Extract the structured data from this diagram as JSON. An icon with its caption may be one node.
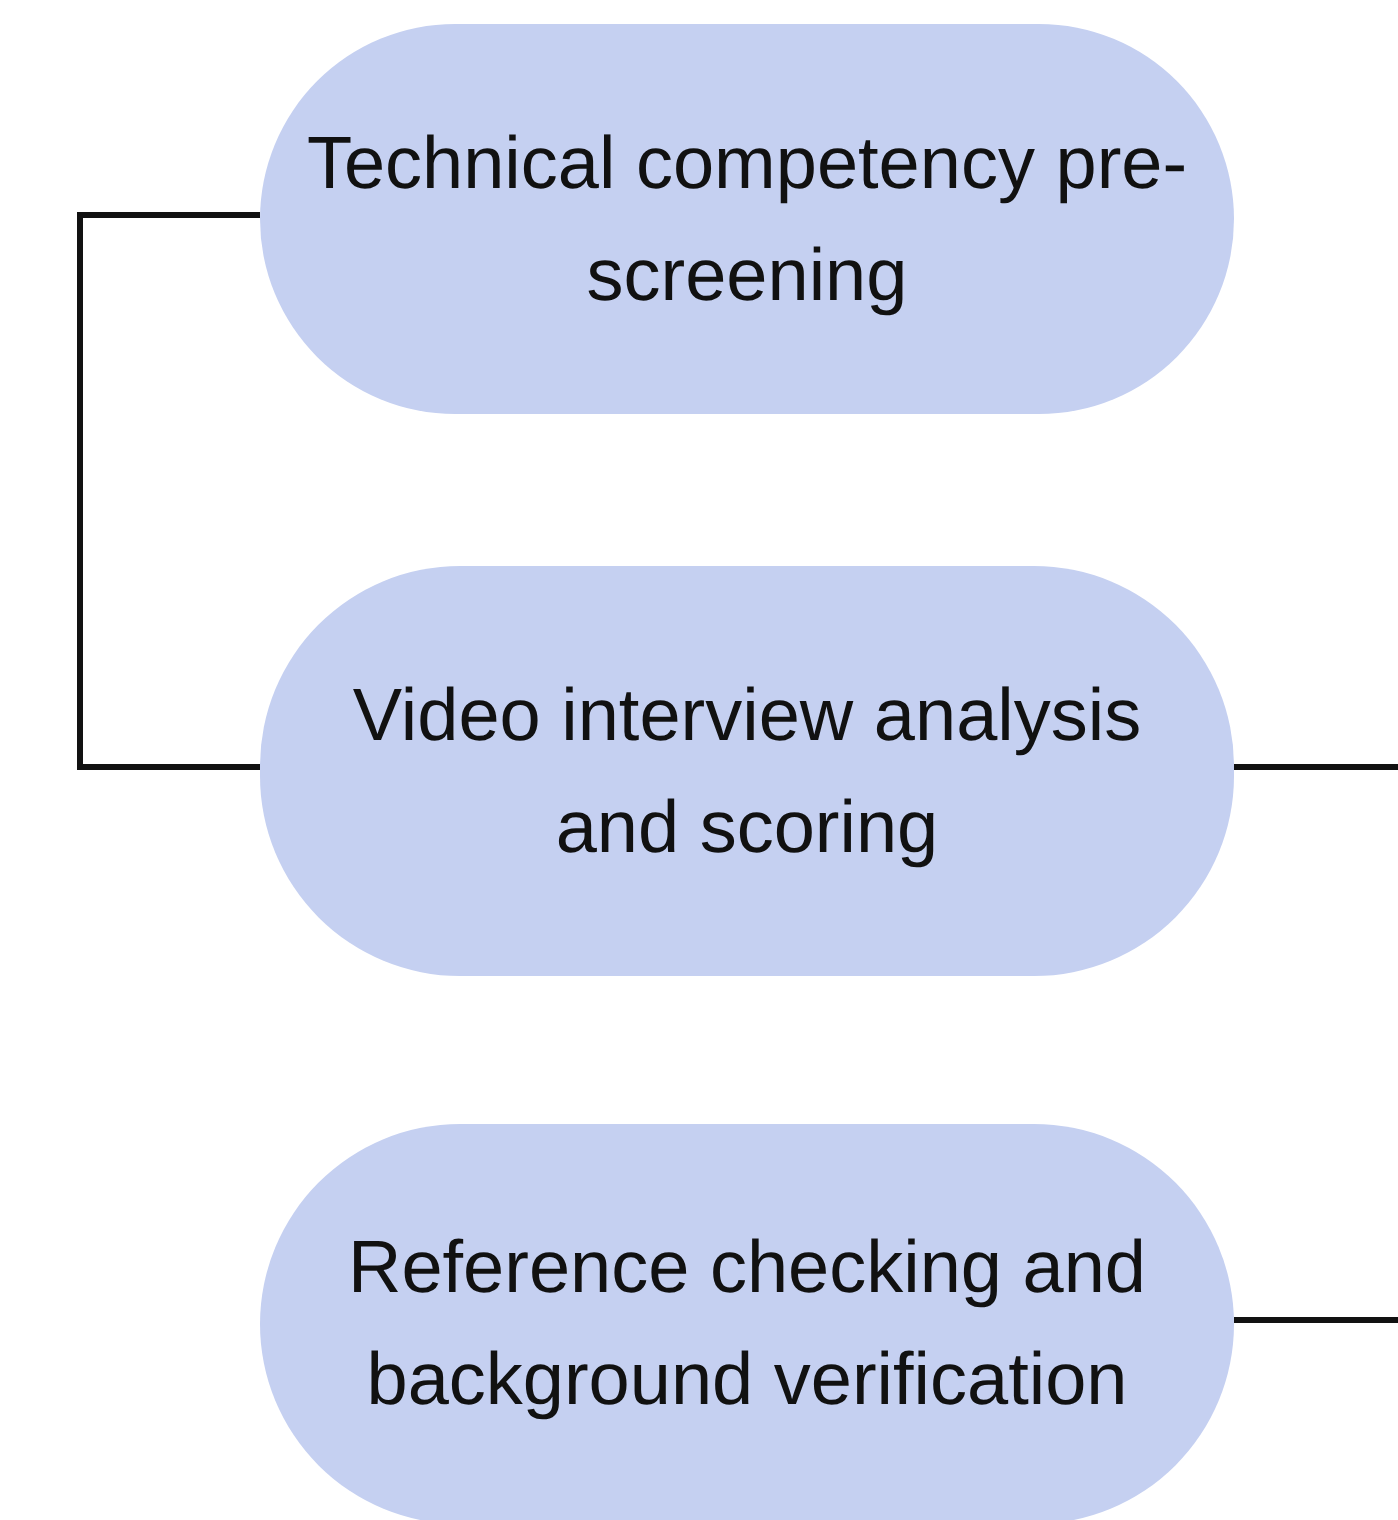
{
  "diagram": {
    "nodes": [
      {
        "text": [
          "Technical competency pre-screening"
        ]
      },
      {
        "text": [
          "Video interview analysis and scoring"
        ]
      },
      {
        "text": [
          "Reference checking and background verification"
        ]
      }
    ],
    "edges": [
      {
        "from": 0,
        "to": 1,
        "arrow": "none"
      },
      {
        "from": 1,
        "to": null,
        "arrow": "none"
      },
      {
        "from": 2,
        "to": null,
        "arrow": "none"
      }
    ]
  }
}
